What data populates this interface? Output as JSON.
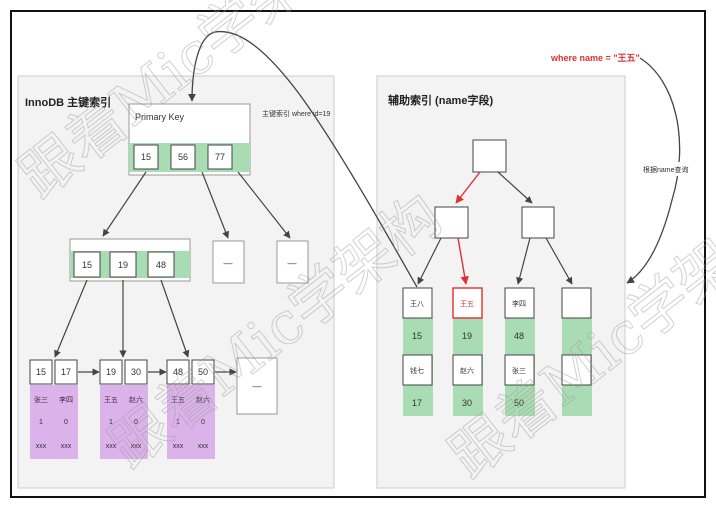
{
  "primary_panel": {
    "title": "InnoDB 主键索引",
    "root_label": "Primary Key",
    "root_keys": [
      "15",
      "56",
      "77"
    ],
    "level2_keys": [
      "15",
      "19",
      "48"
    ],
    "placeholder": "—",
    "leaves": [
      {
        "keys": [
          "15",
          "17"
        ],
        "rows": [
          [
            "张三",
            "李四"
          ],
          [
            "1",
            "0"
          ],
          [
            "xxx",
            "xxx"
          ]
        ]
      },
      {
        "keys": [
          "19",
          "30"
        ],
        "rows": [
          [
            "王五",
            "赵六"
          ],
          [
            "1",
            "0"
          ],
          [
            "xxx",
            "xxx"
          ]
        ]
      },
      {
        "keys": [
          "48",
          "50"
        ],
        "rows": [
          [
            "王五",
            "赵六"
          ],
          [
            "1",
            "0"
          ],
          [
            "xxx",
            "xxx"
          ]
        ]
      }
    ]
  },
  "lookup_label": "主键索引 where id=19",
  "secondary_panel": {
    "title": "辅助索引 (name字段)",
    "leaves": [
      {
        "names": [
          "王八",
          "钱七"
        ],
        "ids": [
          "15",
          "17"
        ]
      },
      {
        "names": [
          "王五",
          "赵六"
        ],
        "ids": [
          "19",
          "30"
        ]
      },
      {
        "names": [
          "李四",
          "张三"
        ],
        "ids": [
          "48",
          "50"
        ]
      }
    ]
  },
  "query_label": "where name = \"王五\"",
  "search_label": "根据name查询",
  "watermark": [
    "跟着Mic学架构",
    "跟着Mic学架构",
    "跟着Mic学架构"
  ],
  "colors": {
    "green": "#a9dcb2",
    "purple": "#dcb2ea",
    "red": "#e03030",
    "panel": "#f3f3f3"
  }
}
